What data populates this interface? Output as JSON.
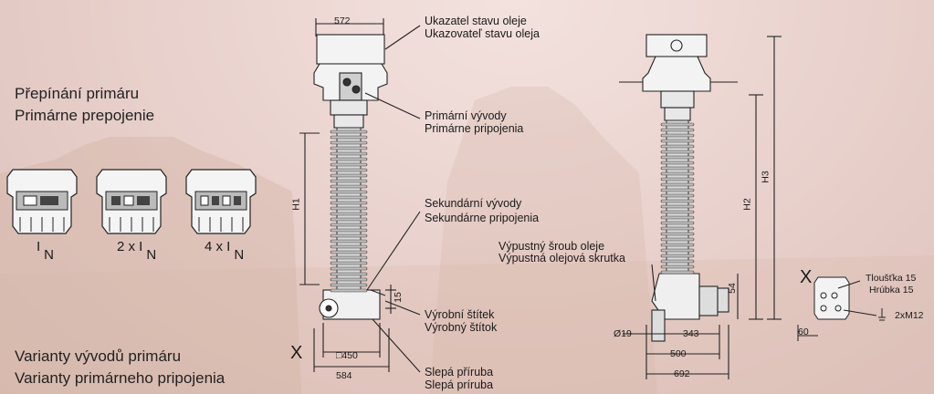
{
  "left": {
    "title_cz": "Přepínání primáru",
    "title_sk": "Primárne prepojenie",
    "conn1_num": "",
    "conn1_sub": "N",
    "conn2_num": "2 x I",
    "conn2_sub": "N",
    "conn3_num": "4 x I",
    "conn3_sub": "N",
    "conn1_i": "I",
    "variants_cz": "Varianty vývodů primáru",
    "variants_sk": "Varianty primárneho pripojenia"
  },
  "labels": {
    "indicator_cz": "Ukazatel stavu oleje",
    "indicator_sk": "Ukazovateľ stavu oleja",
    "primary_cz": "Primární vývody",
    "primary_sk": "Primárne pripojenia",
    "secondary_cz": "Sekundární vývody",
    "secondary_sk": "Sekundárne pripojenia",
    "plate_cz": "Výrobní štítek",
    "plate_sk": "Výrobný štítok",
    "blind_cz": "Slepá příruba",
    "blind_sk": "Slepá príruba",
    "drain_cz": "Výpustný šroub oleje",
    "drain_sk": "Výpustná olejová skrutka",
    "thick_cz": "Tloušťka 15",
    "thick_sk": "Hrúbka 15",
    "ground": "2xM12"
  },
  "dims": {
    "d572": "572",
    "h1": "H1",
    "d15": "15",
    "x": "X",
    "sq450": "□450",
    "d584": "584",
    "h2": "H2",
    "h3": "H3",
    "d54": "54",
    "d19": "Ø19",
    "d343": "343",
    "d500": "500",
    "d692": "692",
    "x2": "X",
    "d60": "60"
  },
  "colors": {
    "ink": "#1a1a1a",
    "body_line": "#2a2a2a"
  }
}
